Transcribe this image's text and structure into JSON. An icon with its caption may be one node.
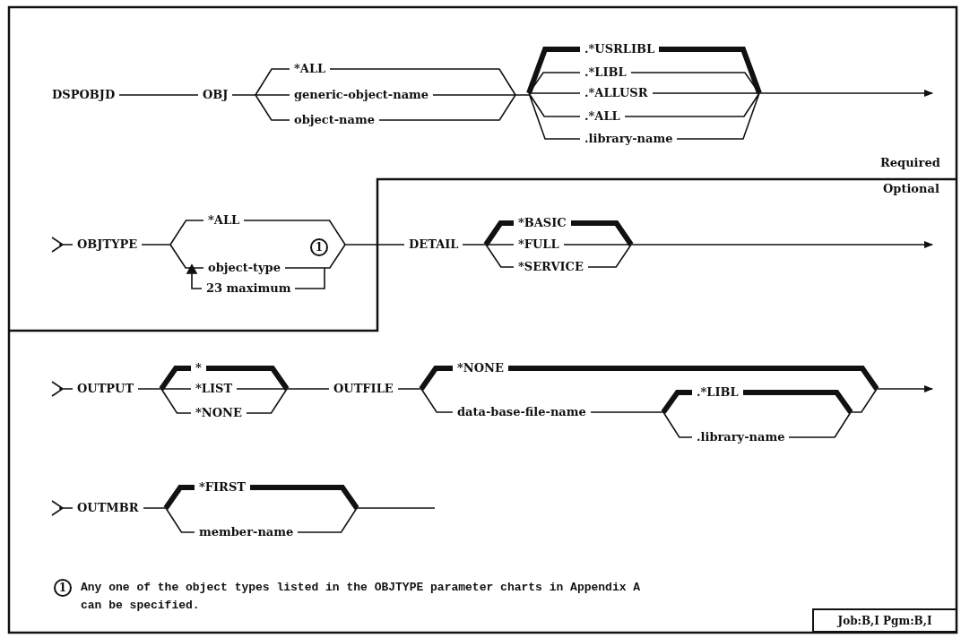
{
  "diagram": {
    "nodes": [
      {
        "text": [
          "1"
        ]
      },
      {
        "text": [
          "1"
        ]
      },
      {
        "text": [
          "Job:B,I Pgm:B,I"
        ]
      }
    ],
    "labels": [
      "DSPOBJD",
      "OBJ",
      "*ALL",
      "generic-object-name",
      "object-name",
      ".*USRLIBL",
      ".*LIBL",
      ".*ALLUSR",
      ".*ALL",
      ".library-name",
      "Required",
      "Optional",
      "OBJTYPE",
      "*ALL",
      "object-type",
      "23 maximum",
      "DETAIL",
      "*BASIC",
      "*FULL",
      "*SERVICE",
      "OUTPUT",
      "*",
      "*LIST",
      "*NONE",
      "OUTFILE",
      "*NONE",
      "data-base-file-name",
      ".*LIBL",
      ".library-name",
      "OUTMBR",
      "*FIRST",
      "member-name",
      "Any one of the object types listed in the OBJTYPE parameter charts in Appendix A can be specified."
    ]
  }
}
